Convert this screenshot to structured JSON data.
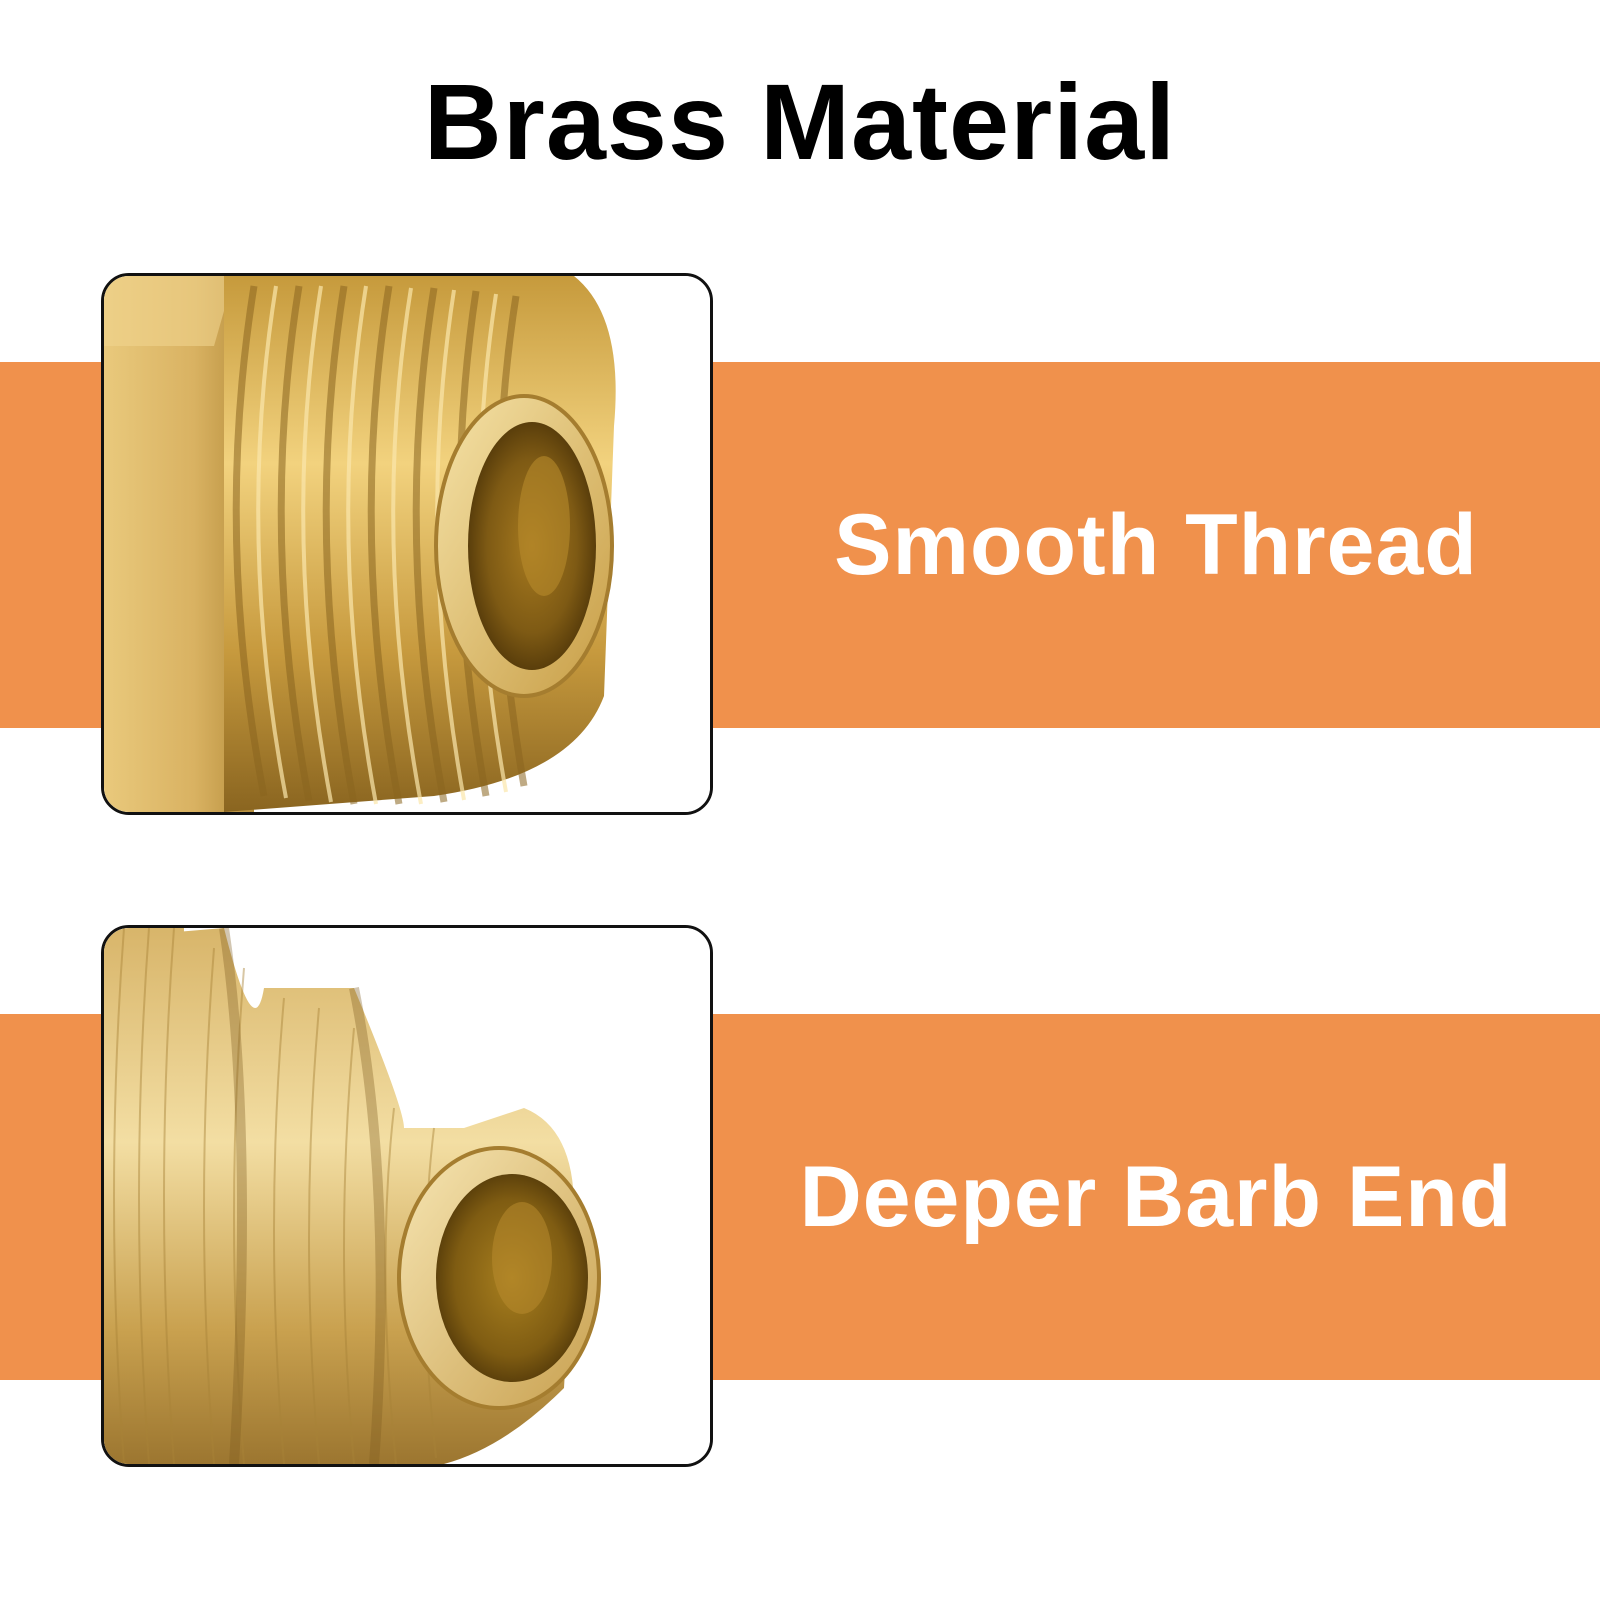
{
  "title": "Brass Material",
  "accent_color": "#F0914C",
  "features": [
    {
      "label": "Smooth Thread",
      "icon": "threaded-fitting-photo"
    },
    {
      "label": "Deeper Barb End",
      "icon": "barb-fitting-photo"
    }
  ]
}
